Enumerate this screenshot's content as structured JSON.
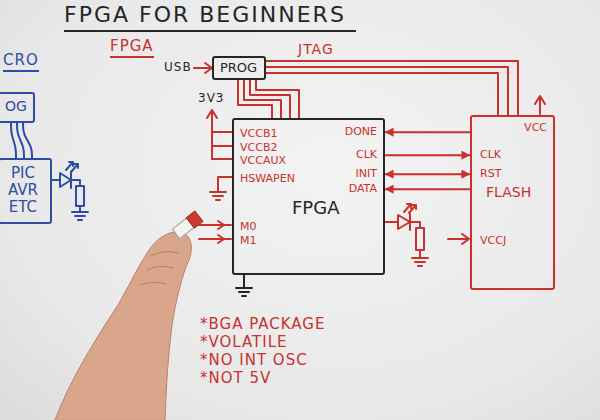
{
  "diagram": {
    "title": "FPGA FOR BEGINNERS",
    "nodes": [
      {
        "text": [
          "OG"
        ]
      },
      {
        "text": [
          "PIC AVR ETC"
        ]
      },
      {
        "text": [
          "PROG"
        ]
      },
      {
        "text": [
          "VCCB1",
          "VCCB2",
          "VCCAUX",
          "HSWAPEN",
          "M0",
          "M1",
          "FPGA",
          "DONE",
          "CLK",
          "INIT",
          "DATA"
        ]
      },
      {
        "text": [
          "VCC",
          "CLK",
          "RST",
          "FLASH",
          "VCCJ"
        ]
      }
    ],
    "edges": [
      {
        "from": 0,
        "to": 1,
        "arrow": "none"
      },
      {
        "from": 2,
        "to": 3,
        "arrow": "none"
      },
      {
        "from": 2,
        "to": 4,
        "label": "JTAG",
        "arrow": "none"
      },
      {
        "from": 4,
        "to": 3,
        "arrow": "to"
      },
      {
        "from": 3,
        "to": 4,
        "arrow": "to"
      },
      {
        "from": 3,
        "to": 4,
        "arrow": "both"
      },
      {
        "from": 4,
        "to": 3,
        "arrow": "to"
      }
    ],
    "labels": [
      "CRO",
      "FPGA",
      "USB",
      "3V3",
      "*BGA PACKAGE",
      "*VOLATILE",
      "*NO INT OSC",
      "*NOT 5V"
    ]
  }
}
